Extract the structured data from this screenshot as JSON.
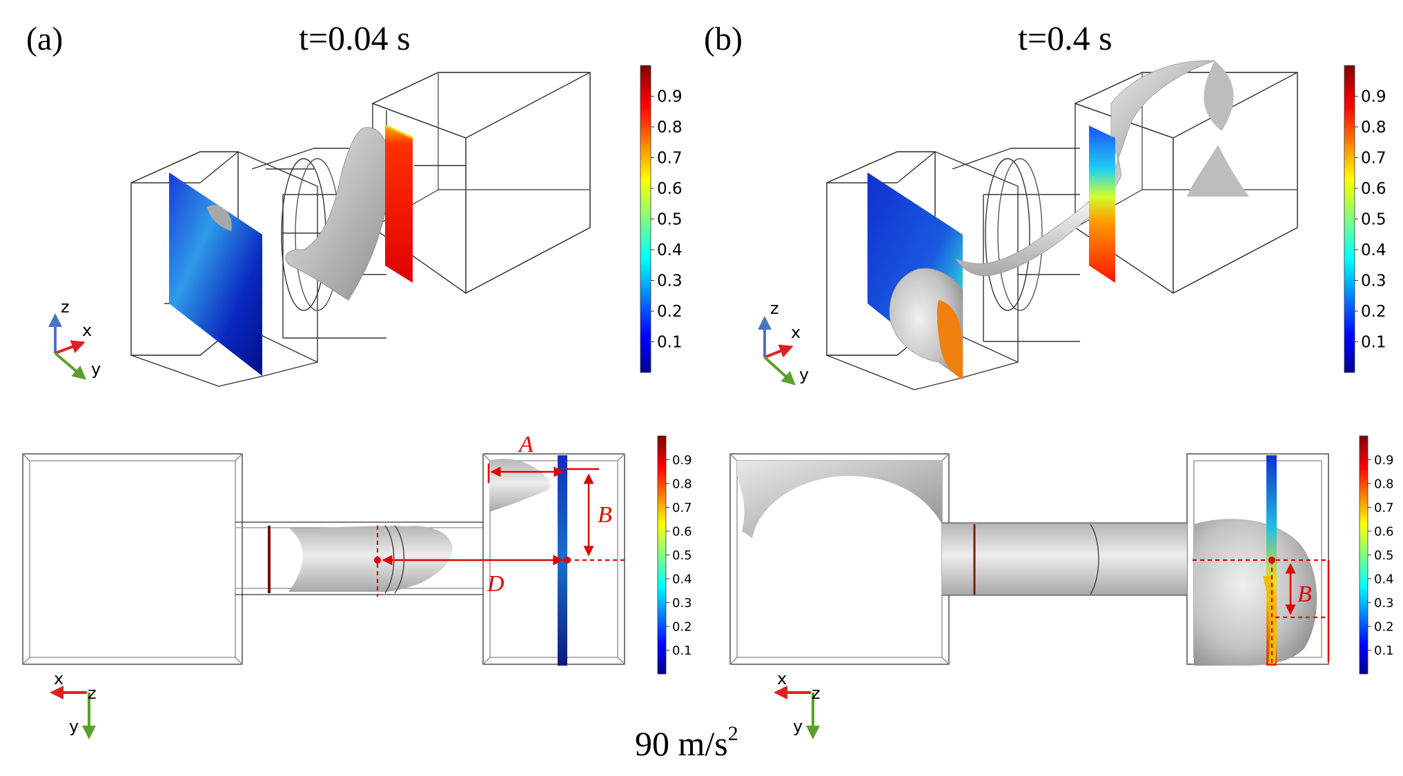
{
  "panels": [
    {
      "label": "(a)",
      "time": "t=0.04 s"
    },
    {
      "label": "(b)",
      "time": "t=0.4 s"
    }
  ],
  "colorbar_ticks": [
    "0.9",
    "0.8",
    "0.7",
    "0.6",
    "0.5",
    "0.4",
    "0.3",
    "0.2",
    "0.1"
  ],
  "axes": {
    "x": "x",
    "y": "y",
    "z": "z"
  },
  "dimensions": {
    "a": "A",
    "b": "B",
    "d": "D"
  },
  "acceleration": {
    "value": "90 m/s",
    "exponent": "2"
  },
  "colors": {
    "measure": "#e00000",
    "surface": "#c8c8c8",
    "axis_x": "#e02020",
    "axis_y": "#5aa02c",
    "axis_z": "#4a74c4"
  }
}
